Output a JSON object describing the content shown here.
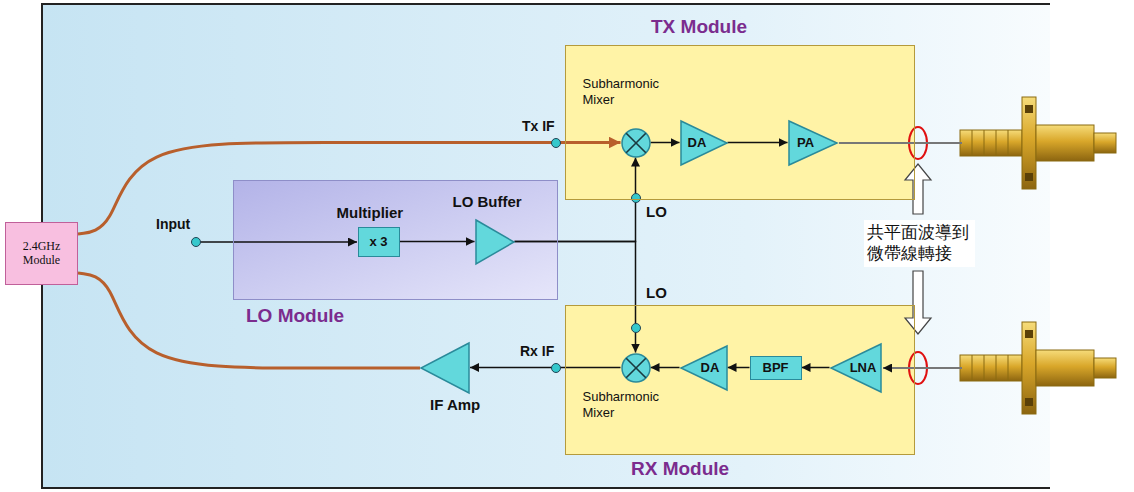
{
  "diagram": {
    "nodes": [
      {
        "text": [
          "2.4GHz Module"
        ]
      },
      {
        "text": [
          "TX Module"
        ]
      },
      {
        "text": [
          "Subharmonic Mixer"
        ],
        "in": 1
      },
      {
        "text": [
          "DA"
        ],
        "in": 1
      },
      {
        "text": [
          "PA"
        ],
        "in": 1
      },
      {
        "text": [
          "LO Module"
        ]
      },
      {
        "text": [
          "Multiplier",
          "x 3"
        ],
        "in": 5
      },
      {
        "text": [
          "LO Buffer"
        ],
        "in": 5
      },
      {
        "text": [
          "RX Module"
        ]
      },
      {
        "text": [
          "Subharmonic Mixer"
        ],
        "in": 8
      },
      {
        "text": [
          "DA"
        ],
        "in": 8
      },
      {
        "text": [
          "BPF"
        ],
        "in": 8
      },
      {
        "text": [
          "LNA"
        ],
        "in": 8
      },
      {
        "text": [
          "IF Amp"
        ]
      }
    ],
    "edges": [
      {
        "from": 0,
        "to": 2,
        "arrow": "to"
      },
      {
        "from": 6,
        "to": 7,
        "arrow": "to"
      },
      {
        "from": 7,
        "to": 2,
        "arrow": "to"
      },
      {
        "from": 7,
        "to": 9,
        "arrow": "to"
      },
      {
        "from": 2,
        "to": 3,
        "arrow": "to"
      },
      {
        "from": 3,
        "to": 4,
        "arrow": "to"
      },
      {
        "from": 12,
        "to": 11,
        "arrow": "to"
      },
      {
        "from": 11,
        "to": 10,
        "arrow": "to"
      },
      {
        "from": 10,
        "to": 9,
        "arrow": "to"
      },
      {
        "from": 9,
        "to": 13,
        "arrow": "to"
      },
      {
        "from": 13,
        "to": 0,
        "arrow": "none"
      }
    ],
    "labels": [
      "Tx IF",
      "Input",
      "LO",
      "LO",
      "Rx IF",
      "共平面波導到微帶線轉接"
    ]
  }
}
